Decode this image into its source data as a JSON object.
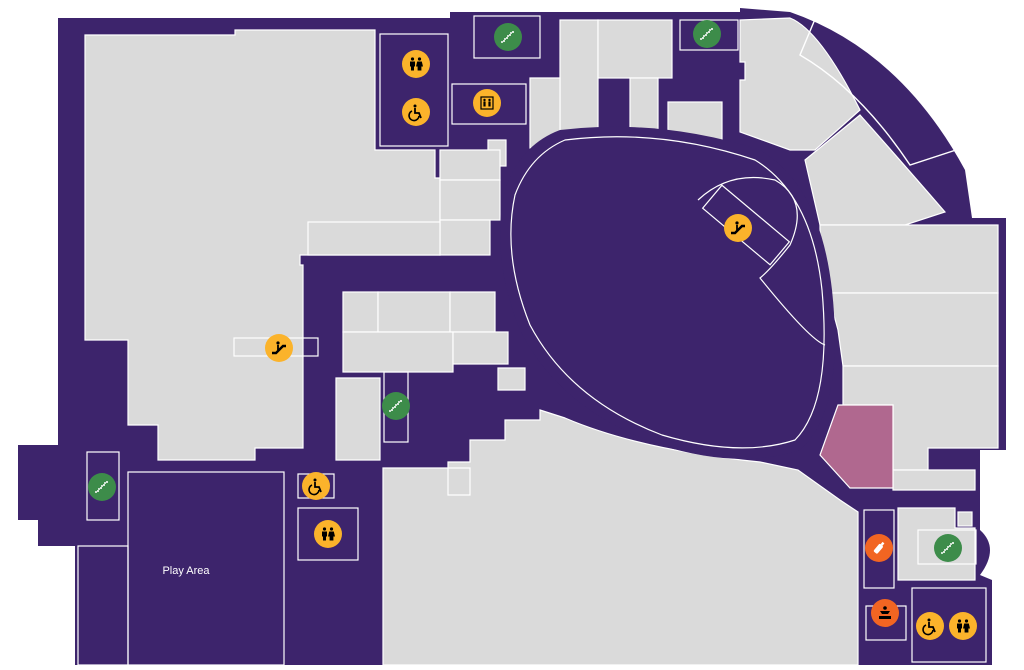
{
  "colors": {
    "floor": "#3d246c",
    "store": "#dadada",
    "highlight": "#b0688f",
    "amenity": "#fbb32b",
    "stairs": "#3d8c4a",
    "family": "#f26522"
  },
  "labels": {
    "play_area": "Play Area"
  },
  "icons": [
    {
      "name": "restroom-icon",
      "color": "amenity"
    },
    {
      "name": "wheelchair-icon",
      "color": "amenity"
    },
    {
      "name": "elevator-icon",
      "color": "amenity"
    },
    {
      "name": "stairs-icon",
      "color": "stairs"
    },
    {
      "name": "escalator-icon",
      "color": "amenity"
    },
    {
      "name": "baby-bottle-icon",
      "color": "family"
    },
    {
      "name": "baby-changing-icon",
      "color": "family"
    }
  ]
}
